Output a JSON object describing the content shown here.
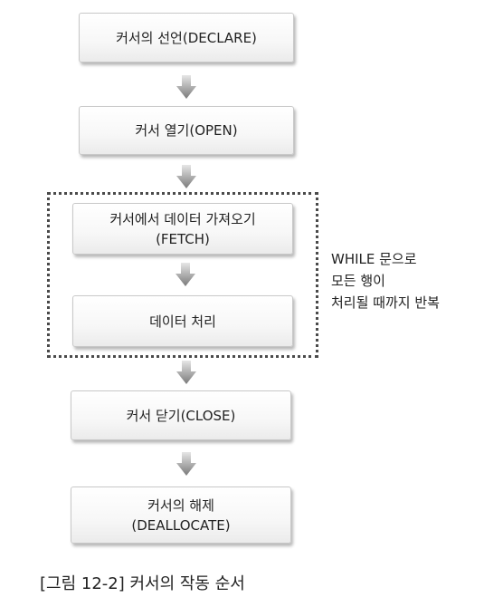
{
  "steps": [
    {
      "lines": [
        "커서의 선언(DECLARE)"
      ]
    },
    {
      "lines": [
        "커서 열기(OPEN)"
      ]
    },
    {
      "lines": [
        "커서에서 데이터 가져오기",
        "(FETCH)"
      ]
    },
    {
      "lines": [
        "데이터 처리"
      ]
    },
    {
      "lines": [
        "커서 닫기(CLOSE)"
      ]
    },
    {
      "lines": [
        "커서의 해제",
        "(DEALLOCATE)"
      ]
    }
  ],
  "loop_note": [
    "WHILE 문으로",
    "모든 행이",
    "처리될 때까지 반복"
  ],
  "caption": "[그림 12-2] 커서의 작동 순서"
}
